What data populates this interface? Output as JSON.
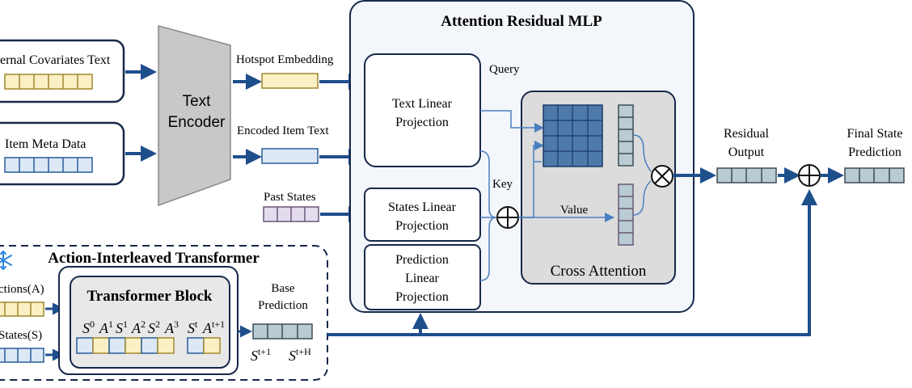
{
  "inputs": {
    "external_covariates": "ernal Covariates Text",
    "item_meta": "Item Meta Data"
  },
  "encoder": {
    "line1": "Text",
    "line2": "Encoder"
  },
  "labels": {
    "hotspot_embedding": "Hotspot Embedding",
    "encoded_item_text": "Encoded Item Text",
    "past_states": "Past States",
    "query": "Query",
    "key": "Key",
    "value": "Value",
    "residual_output_1": "Residual",
    "residual_output_2": "Output",
    "final_state_1": "Final State",
    "final_state_2": "Prediction",
    "base_prediction_1": "Base",
    "base_prediction_2": "Prediction"
  },
  "mlp": {
    "title": "Attention Residual MLP",
    "text_proj_1": "Text Linear",
    "text_proj_2": "Projection",
    "states_proj_1": "States Linear",
    "states_proj_2": "Projection",
    "pred_proj_1": "Prediction",
    "pred_proj_2": "Linear",
    "pred_proj_3": "Projection",
    "cross_attention": "Cross Attention"
  },
  "transformer": {
    "title": "Action-Interleaved Transformer",
    "block_title": "Transformer Block",
    "actions_label": "ctions(A)",
    "states_label": "States(S)",
    "seq": [
      {
        "base": "S",
        "sup": "0"
      },
      {
        "base": "A",
        "sup": "1"
      },
      {
        "base": "S",
        "sup": "1"
      },
      {
        "base": "A",
        "sup": "2"
      },
      {
        "base": "S",
        "sup": "2"
      },
      {
        "base": "A",
        "sup": "3"
      },
      {
        "base": "S",
        "sup": "t"
      },
      {
        "base": "A",
        "sup": "t+1"
      }
    ],
    "out_1": {
      "base": "S",
      "sup": "t+1"
    },
    "out_2": {
      "base": "S",
      "sup": "t+H"
    }
  },
  "colors": {
    "arrow": "#1f4e8c",
    "thin_arrow": "#4a7fc1",
    "box_stroke": "#17294a",
    "yellow": "#fbefc4",
    "yellow_stroke": "#a0892e",
    "blue": "#dce8f6",
    "blue_stroke": "#2a5c9a",
    "purple": "#e4dced",
    "purple_stroke": "#6b5678",
    "grey_cell": "#b9ccd3",
    "grey_stroke": "#3d4d55",
    "matrix": "#4d79ab"
  }
}
